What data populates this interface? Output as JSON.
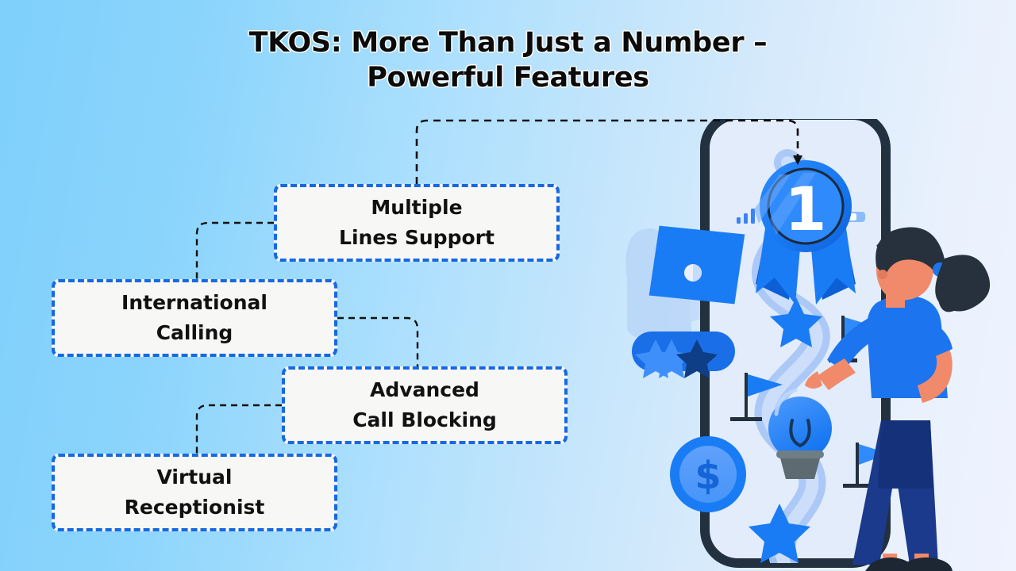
{
  "page": {
    "title": "TKOS: More Than Just a Number –\nPowerful Features",
    "background_from": "#7fd0fc",
    "background_to": "#eef3fe",
    "accent_blue": "#1668e3",
    "card_fill": "#f7f7f5",
    "connector_color": "#111111"
  },
  "features": [
    {
      "id": "multiple",
      "label": "Multiple\nLines Support"
    },
    {
      "id": "international",
      "label": "International\nCalling"
    },
    {
      "id": "advanced",
      "label": "Advanced\nCall Blocking"
    },
    {
      "id": "virtual",
      "label": "Virtual\nReceptionist"
    }
  ],
  "illustration": {
    "badge_number": "1",
    "coin_symbol": "$",
    "rating_stars": 3,
    "phone_signal_bars": 3,
    "colors": {
      "phone_frame": "#22303f",
      "phone_screen": "#e3ecfb",
      "bright_blue": "#1a7cf5",
      "deep_blue": "#0d5fd6",
      "pale_blue": "#a8c6f5",
      "skin": "#f08a6a",
      "hair": "#26313d",
      "shirt": "#1d74ef",
      "pants": "#1b3a8c",
      "shoe": "#1d2733",
      "bulb_base": "#5d6a72"
    }
  }
}
